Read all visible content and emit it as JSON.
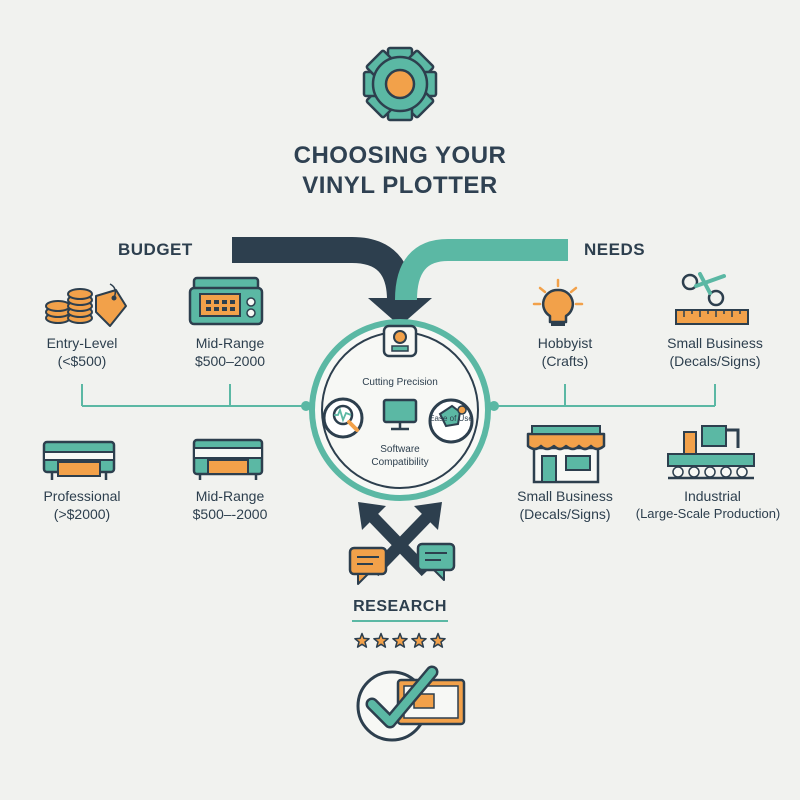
{
  "title": {
    "line1": "CHOOSING YOUR",
    "line2": "VINYL PLOTTER"
  },
  "budget": {
    "heading": "BUDGET",
    "entry": {
      "name": "Entry-Level",
      "range": "(<$500)"
    },
    "mid_top": {
      "name": "Mid-Range",
      "range": "$500–2000"
    },
    "professional": {
      "name": "Professional",
      "range": "(>$2000)"
    },
    "mid_bottom": {
      "name": "Mid-Range",
      "range": "$500–-2000"
    }
  },
  "needs": {
    "heading": "NEEDS",
    "hobbyist": {
      "name": "Hobbyist",
      "detail": "(Crafts)"
    },
    "small_top": {
      "name": "Small Business",
      "detail": "(Decals/Signs)"
    },
    "small_bottom": {
      "name": "Small Business",
      "detail": "(Decals/Signs)"
    },
    "industrial": {
      "name": "Industrial",
      "detail": "(Large-Scale Production)"
    }
  },
  "hub": {
    "precision": "Cutting Precision",
    "ease": "Ease of Use",
    "software_line1": "Software",
    "software_line2": "Compatibility"
  },
  "research": {
    "label": "RESEARCH",
    "rating": 5
  },
  "colors": {
    "navy": "#2d3f4e",
    "teal": "#5bb8a4",
    "orange": "#f2a14a",
    "background": "#f1f2ef"
  }
}
